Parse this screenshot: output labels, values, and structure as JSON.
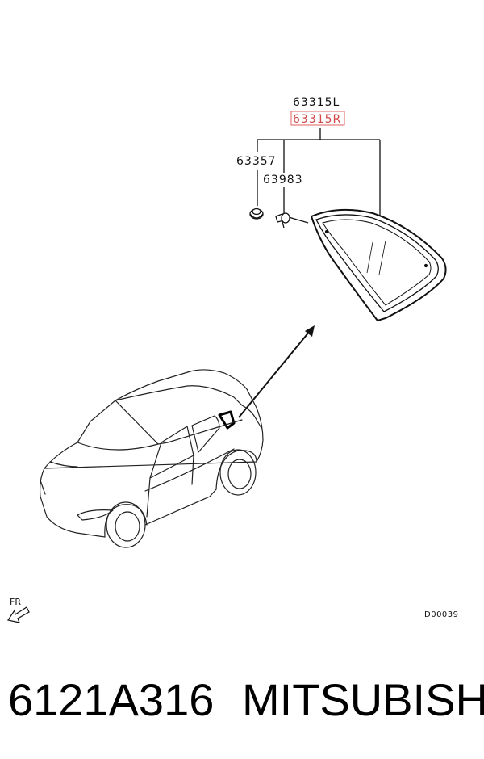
{
  "diagram": {
    "part_labels": {
      "left_side": "63315L",
      "right_side": "63315R",
      "fastener": "63357",
      "clip": "63983"
    },
    "highlight_color": "#e06060",
    "diagram_code": "D00039",
    "front_indicator": "FR",
    "icons": [
      "front-arrow-icon",
      "grommet-icon",
      "clip-icon"
    ]
  },
  "footer": {
    "part_number": "6121A316",
    "brand": "MITSUBISHI"
  }
}
